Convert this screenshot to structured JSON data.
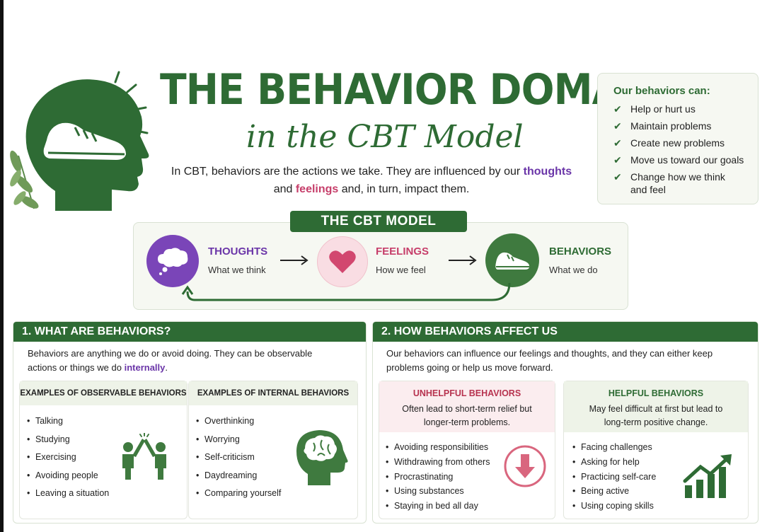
{
  "header": {
    "title_line1": "THE BEHAVIOR DOMAIN",
    "title_line2": "in the CBT Model",
    "intro_part1": "In CBT, behaviors are the actions we take. They are influenced by our",
    "intro_thoughts": "thoughts",
    "intro_and": "and",
    "intro_feelings": "feelings",
    "intro_part2": "and, in turn, impact them.",
    "icon": "head-shoe-icon"
  },
  "behaviors_can": {
    "title": "Our behaviors can:",
    "items": [
      "Help or hurt us",
      "Maintain problems",
      "Create new problems",
      "Move us toward our goals",
      "Change how we think and feel"
    ]
  },
  "cbt_model": {
    "badge": "THE CBT MODEL",
    "nodes": [
      {
        "label": "THOUGHTS",
        "sub": "What we think",
        "icon": "thought-cloud-icon",
        "color": "#7a45b8"
      },
      {
        "label": "FEELINGS",
        "sub": "How we feel",
        "icon": "heart-icon",
        "color": "#c63e6a"
      },
      {
        "label": "BEHAVIORS",
        "sub": "What we do",
        "icon": "shoe-icon",
        "color": "#2e6b34"
      }
    ]
  },
  "section1": {
    "title": "1. WHAT ARE BEHAVIORS?",
    "desc_part1": "Behaviors are anything we do or avoid doing. They can be observable actions or things we do",
    "desc_internally": "internally",
    "desc_end": ".",
    "observable": {
      "title": "EXAMPLES OF OBSERVABLE BEHAVIORS",
      "items": [
        "Talking",
        "Studying",
        "Exercising",
        "Avoiding people",
        "Leaving a situation"
      ],
      "icon": "high-five-icon"
    },
    "internal": {
      "title": "EXAMPLES OF INTERNAL BEHAVIORS",
      "items": [
        "Overthinking",
        "Worrying",
        "Self-criticism",
        "Daydreaming",
        "Comparing yourself"
      ],
      "icon": "head-brain-icon"
    }
  },
  "section2": {
    "title": "2. HOW BEHAVIORS AFFECT US",
    "desc": "Our behaviors can influence our feelings and thoughts, and they can either keep problems going or help us move forward.",
    "unhelpful": {
      "title": "UNHELPFUL BEHAVIORS",
      "sub": "Often lead to short-term relief but longer-term problems.",
      "items": [
        "Avoiding responsibilities",
        "Withdrawing from others",
        "Procrastinating",
        "Using substances",
        "Staying in bed all day"
      ],
      "icon": "down-arrow-icon"
    },
    "helpful": {
      "title": "HELPFUL BEHAVIORS",
      "sub": "May feel difficult at first but lead to long-term positive change.",
      "items": [
        "Facing challenges",
        "Asking for help",
        "Practicing self-care",
        "Being active",
        "Using coping skills"
      ],
      "icon": "growth-chart-icon"
    }
  },
  "colors": {
    "primary_green": "#2e6b34",
    "purple": "#6a35a8",
    "pink": "#c63e6a",
    "panel_bg": "#f6f8f2"
  }
}
